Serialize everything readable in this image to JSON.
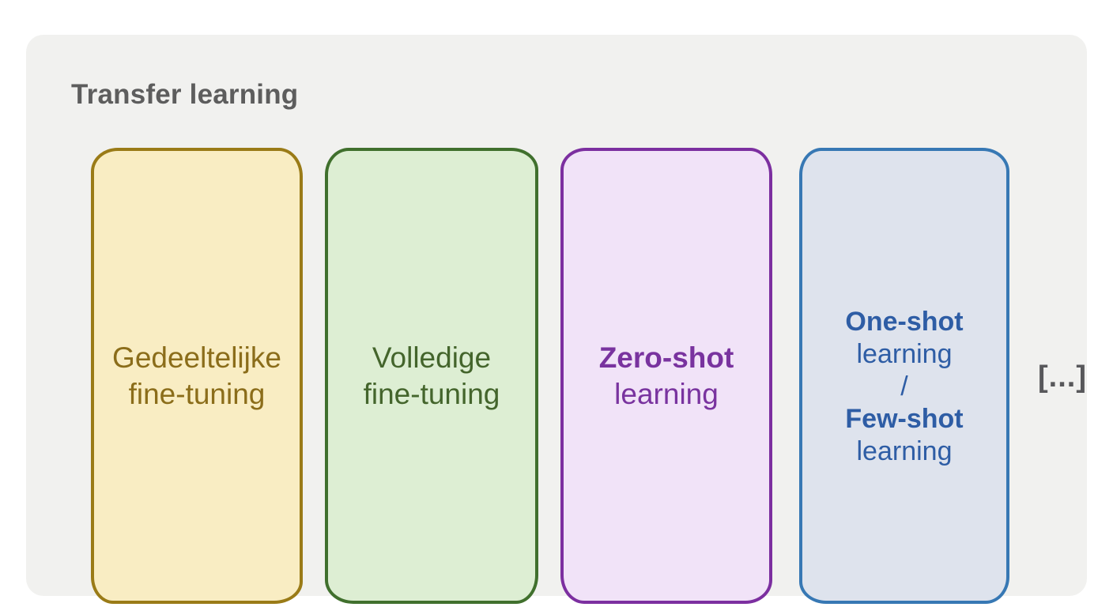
{
  "panel": {
    "title": "Transfer learning",
    "background_color": "#f1f1ef",
    "title_color": "#5d5d5d",
    "cards": [
      {
        "name": "gedeeltelijke-fine-tuning",
        "lines": [
          "Gedeeltelijke",
          "fine-tuning"
        ],
        "fill_color": "#f9edc3",
        "border_color": "#9a7b17",
        "text_color": "#8b6d1a"
      },
      {
        "name": "volledige-fine-tuning",
        "lines": [
          "Volledige",
          "fine-tuning"
        ],
        "fill_color": "#ddeed3",
        "border_color": "#40702d",
        "text_color": "#44652c"
      },
      {
        "name": "zero-shot-learning",
        "lines": [
          "Zero-shot",
          "learning"
        ],
        "fill_color": "#f1e3f8",
        "border_color": "#7c2fa0",
        "text_color": "#79339f"
      },
      {
        "name": "one-shot-few-shot-learning",
        "lines": [
          "One-shot",
          "learning",
          "/",
          "Few-shot",
          "learning"
        ],
        "fill_color": "#dee3ed",
        "border_color": "#3778b4",
        "text_color": "#2e5da5"
      }
    ],
    "more_indicator": "[...]"
  }
}
